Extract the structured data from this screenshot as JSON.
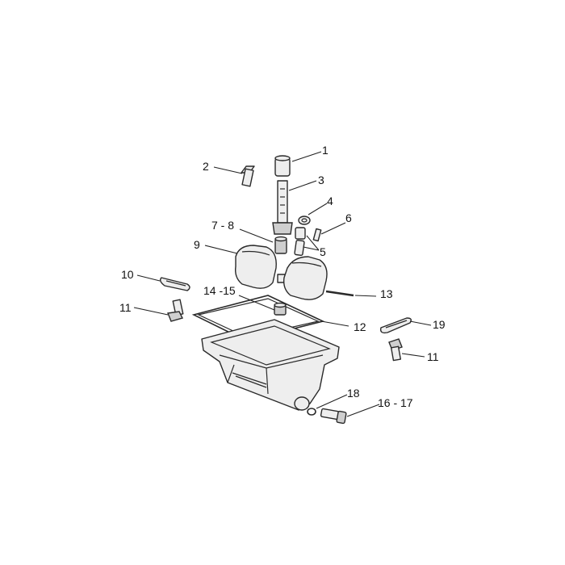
{
  "callouts": [
    {
      "id": "c1",
      "text": "1"
    },
    {
      "id": "c2",
      "text": "2"
    },
    {
      "id": "c3",
      "text": "3"
    },
    {
      "id": "c4",
      "text": "4"
    },
    {
      "id": "c5",
      "text": "5"
    },
    {
      "id": "c6",
      "text": "6"
    },
    {
      "id": "c78",
      "text": "7 - 8"
    },
    {
      "id": "c9",
      "text": "9"
    },
    {
      "id": "c10",
      "text": "10"
    },
    {
      "id": "c11a",
      "text": "11"
    },
    {
      "id": "c11b",
      "text": "11"
    },
    {
      "id": "c12",
      "text": "12"
    },
    {
      "id": "c13",
      "text": "13"
    },
    {
      "id": "c1415",
      "text": "14 -15"
    },
    {
      "id": "c1617",
      "text": "16 - 17"
    },
    {
      "id": "c18",
      "text": "18"
    },
    {
      "id": "c19",
      "text": "19"
    }
  ]
}
